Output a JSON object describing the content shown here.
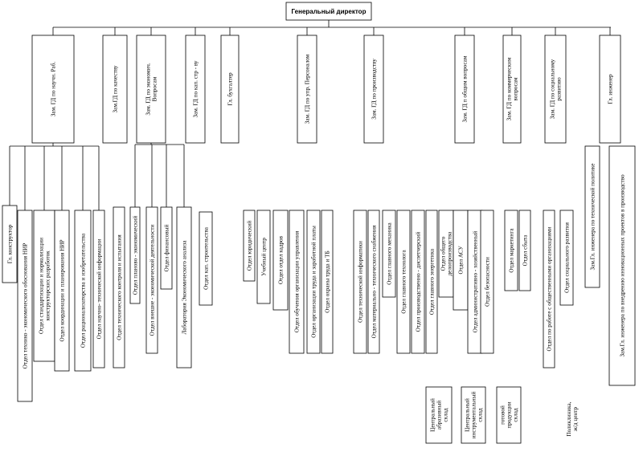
{
  "director": "Генеральный директор",
  "deputies": [
    "Зам. ГД по научн. Раб.",
    "Зам.ГД по качеству",
    "Зам. ГД по экономич. Вопросам",
    "Зам. ГД по кап. стр - ву",
    "Гл. бухгалтер",
    "Зам. ГД по упр. Персоналом",
    "Зам. ГД по производству",
    "Зам. ГД п общим вопросам",
    "Зам. ГД по коммерческим вопросам",
    "Зам. ГД по социальному развитию",
    "Гл. инженер"
  ],
  "departments": {
    "science": [
      "Гл. конструктор",
      "Отдел технико - экономического обоснования НИР",
      "Отдел стандартизации и нормализации конструкторских разработок",
      "Отдел координации и планирования НИР",
      "Отдел рационализаторства и изобретательства",
      "Отдел научно- технической информации"
    ],
    "quality": [
      "Отдел технического контроля и испытания"
    ],
    "economics": [
      "Отдел планово - экономический",
      "Отдел внешне - экономической деятельности",
      "Отдел финансовый",
      "Лаборатория Экономического анализа"
    ],
    "construction": [
      "Отдел кап. строительства"
    ],
    "personnel": [
      "Отдел юридический",
      "Учебный центр",
      "Отдел отдел кадров",
      "Отдел обучения организации управления",
      "Отдел организации труда и заработной платы",
      "Отдел охраны труда и ТБ"
    ],
    "production": [
      "Отдел технической информатики",
      "Отдел материально - технического снабжения",
      "Отдел главного механика",
      "Отдел главного технолога",
      "Отдел производственно - диспетчерский",
      "Отдел главного энергетика"
    ],
    "general": [
      "Отдел общего делопроизводства",
      "Отдел АСУ",
      "Отдел административно - хозяйственный",
      "Отдел безопасности"
    ],
    "commercial": [
      "Отдел маркетинга",
      "Отдел сбыта"
    ],
    "social": [
      "Отдел по работе с общественными организациями",
      "Отдел социального развития"
    ],
    "engineer": [
      "Зам.Гл. инженера по технической политике",
      "Зам.Гл. инженера по внедрению инновационных проектов в производство"
    ]
  },
  "warehouses": [
    "Центральный абразивный склад",
    "Центральный инструментальный склад",
    "готовой продукции склад"
  ],
  "extra": "Поликлиника, ж/д центр"
}
